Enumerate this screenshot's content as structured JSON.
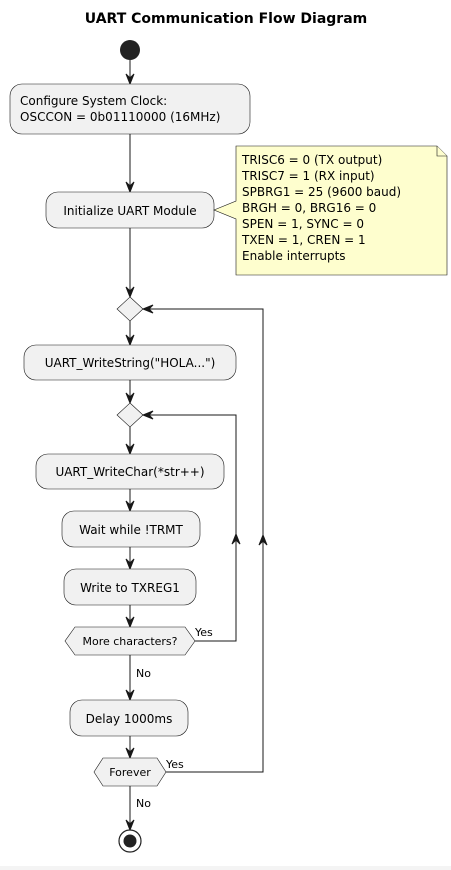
{
  "title": "UART Communication Flow Diagram",
  "actions": {
    "configure_clock": [
      "Configure System Clock:",
      "OSCCON = 0b01110000 (16MHz)"
    ],
    "init_uart": "Initialize UART Module",
    "write_string": "UART_WriteString(\"HOLA...\")",
    "write_char": "UART_WriteChar(*str++)",
    "wait_trmt": "Wait while !TRMT",
    "write_txreg": "Write to TXREG1",
    "delay": "Delay 1000ms"
  },
  "note": [
    "TRISC6 = 0 (TX output)",
    "TRISC7 = 1 (RX input)",
    "SPBRG1 = 25 (9600 baud)",
    "BRGH = 0, BRG16 = 0",
    "SPEN = 1, SYNC = 0",
    "TXEN = 1, CREN = 1",
    "Enable interrupts"
  ],
  "decisions": {
    "more_chars": {
      "label": "More characters?",
      "yes": "Yes",
      "no": "No"
    },
    "forever": {
      "label": "Forever",
      "yes": "Yes",
      "no": "No"
    }
  }
}
